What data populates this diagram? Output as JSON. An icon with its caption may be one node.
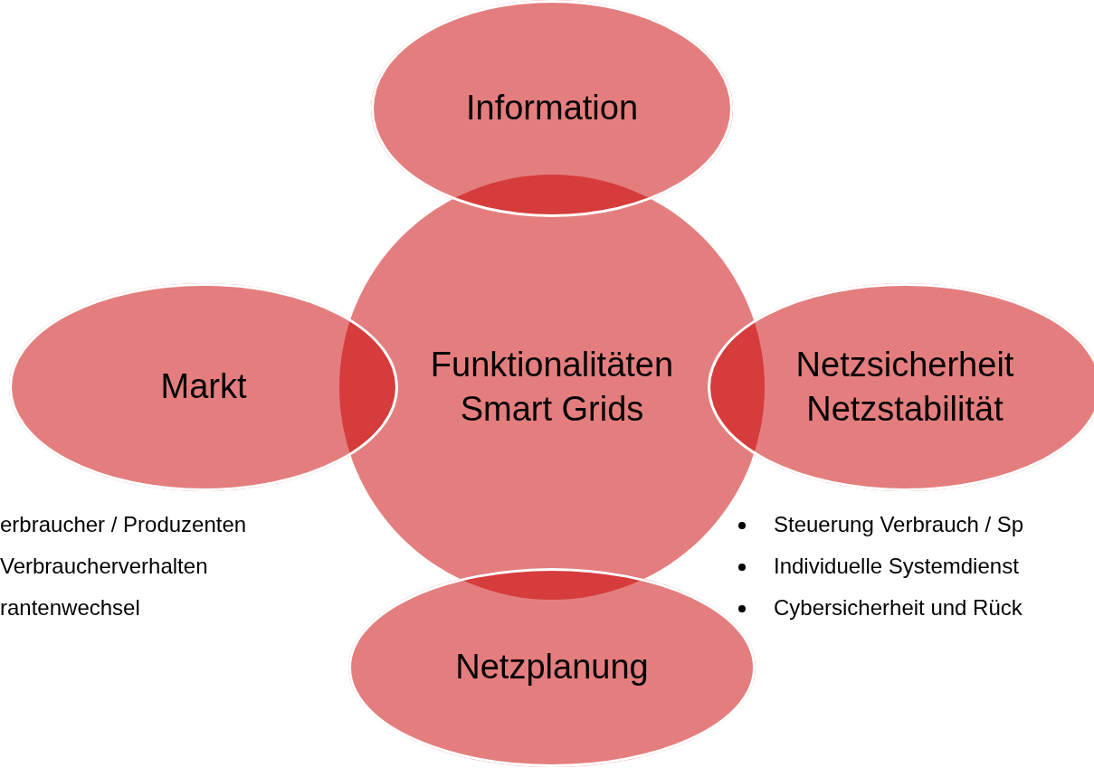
{
  "diagram": {
    "nodes": [
      {
        "text": [
          "Information"
        ]
      },
      {
        "text": [
          "Markt"
        ]
      },
      {
        "text": [
          "Funktionalitäten Smart Grids"
        ]
      },
      {
        "text": [
          "Netzsicherheit",
          "Netzstabilität"
        ]
      },
      {
        "text": [
          "Netzplanung"
        ]
      }
    ],
    "labels": [
      "erbraucher / Produzenten",
      "Verbraucherverhalten",
      "rantenwechsel",
      "Steuerung Verbrauch / Sp",
      "Individuelle Systemdienst",
      "Cybersicherheit und Rück"
    ]
  }
}
